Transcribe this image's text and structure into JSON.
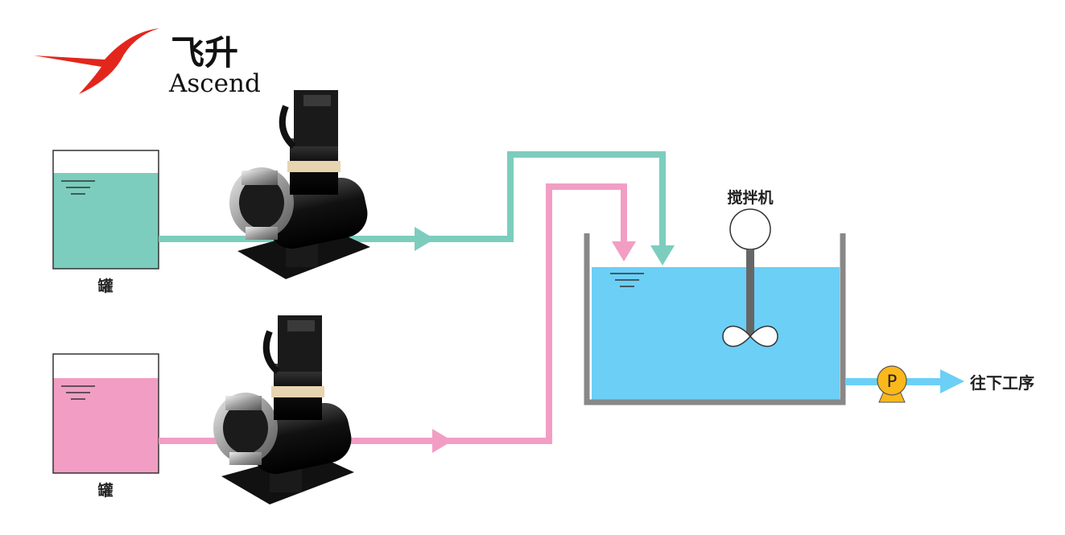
{
  "logo": {
    "chinese": "飞升",
    "english": "Ascend",
    "color": "#e3261c"
  },
  "tanks": [
    {
      "label": "罐",
      "liquid_color": "#7ccdbd"
    },
    {
      "label": "罐",
      "liquid_color": "#f29ec4"
    }
  ],
  "mixer": {
    "label": "搅拌机",
    "water_color": "#6ccff6"
  },
  "outlet": {
    "pump_symbol": "P",
    "label": "往下工序",
    "pump_color": "#fbb81b"
  },
  "icons": [
    "metering-pump-icon",
    "metering-pump-icon",
    "stirrer-icon",
    "pump-icon"
  ]
}
